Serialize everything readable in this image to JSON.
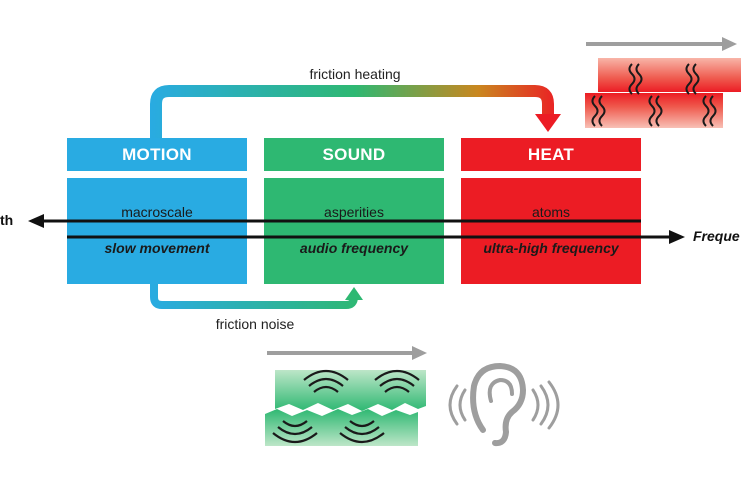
{
  "stages": [
    {
      "title": "MOTION",
      "scale": "macroscale",
      "frequency": "slow movement",
      "header_color": "#29abe2",
      "body_color": "#29abe2"
    },
    {
      "title": "SOUND",
      "scale": "asperities",
      "frequency": "audio frequency",
      "header_color": "#2eb872",
      "body_color": "#2eb872"
    },
    {
      "title": "HEAT",
      "scale": "atoms",
      "frequency": "ultra-high frequency",
      "header_color": "#ec1c24",
      "body_color": "#ec1c24"
    }
  ],
  "arrows": {
    "top_label": "friction heating",
    "bottom_label": "friction noise"
  },
  "axes": {
    "left_label": "th",
    "right_label": "Freque"
  },
  "icons": {
    "ear": "ear-icon",
    "sound_wave": "sound-wave-icon",
    "heat_wave": "heat-wave-icon"
  },
  "colors": {
    "blue": "#29abe2",
    "green": "#2eb872",
    "red": "#ec1c24",
    "gray_arrow": "#9e9e9e"
  }
}
